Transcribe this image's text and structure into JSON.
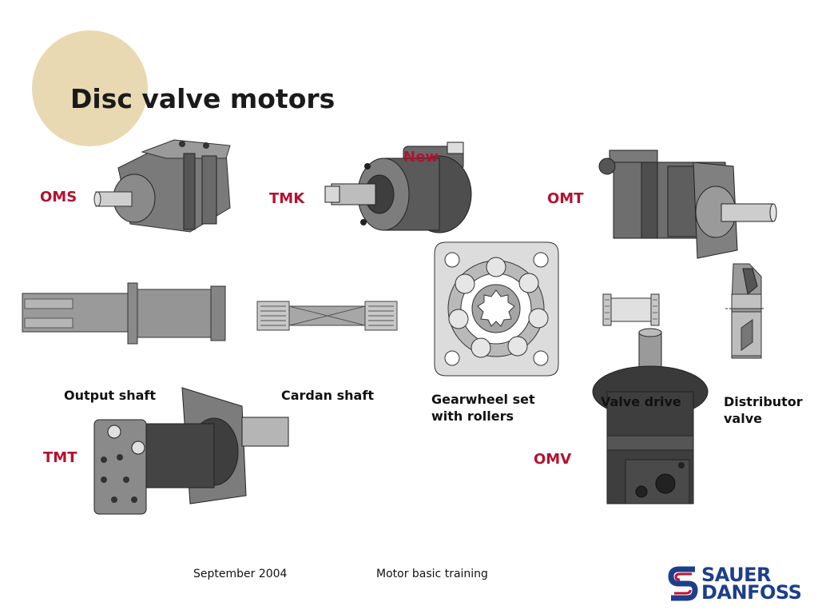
{
  "slide": {
    "title": "Disc valve motors"
  },
  "models": {
    "oms": "OMS",
    "tmk": "TMK",
    "new_badge": "New",
    "omt": "OMT",
    "tmt": "TMT",
    "omv": "OMV"
  },
  "parts": {
    "output_shaft": "Output shaft",
    "cardan_shaft": "Cardan shaft",
    "gearwheel_line1": "Gearwheel set",
    "gearwheel_line2": "with rollers",
    "valve_drive": "Valve drive",
    "distributor_line1": "Distributor",
    "distributor_line2": "valve"
  },
  "footer": {
    "date": "September 2004",
    "subject": "Motor basic training"
  },
  "brand": {
    "line1": "SAUER",
    "line2": "DANFOSS",
    "color_blue": "#1d3e8c",
    "color_red": "#c8102e"
  },
  "colors": {
    "accent_circle": "#e8d9b2",
    "model_label": "#b3122e"
  }
}
